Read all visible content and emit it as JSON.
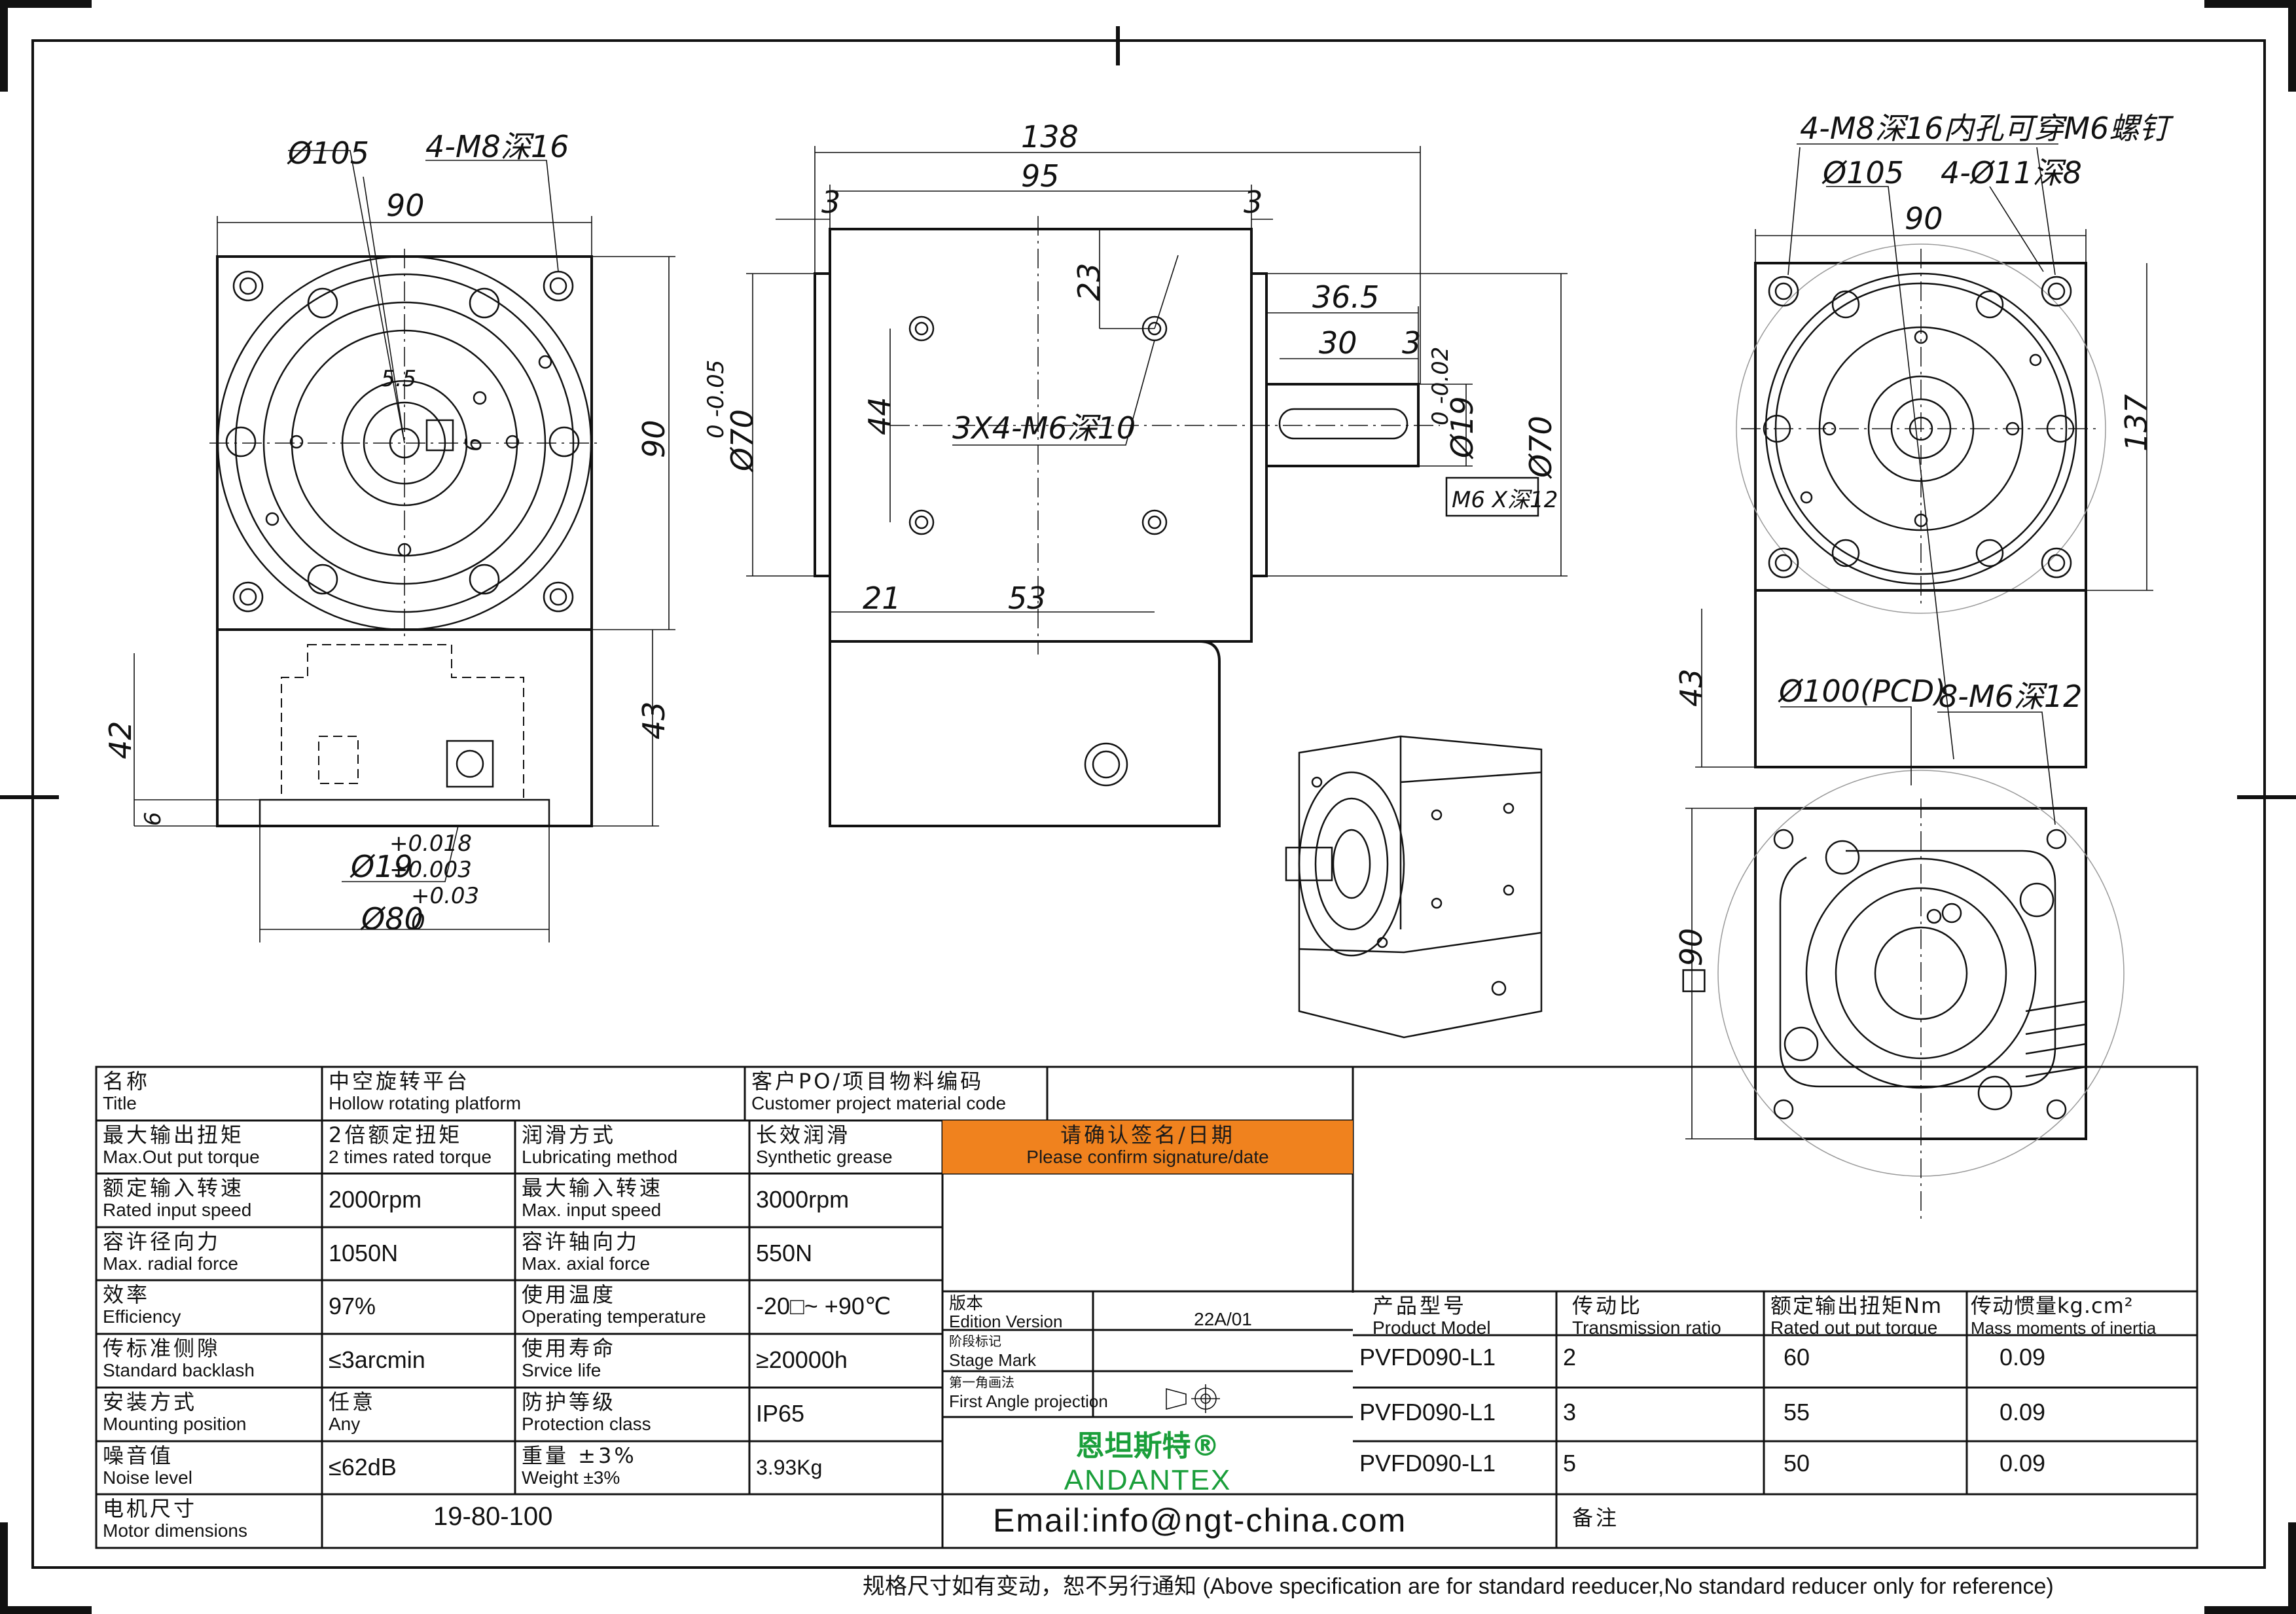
{
  "drawing": {
    "left_view": {
      "d105": "Ø105",
      "holes": "4-M8深16",
      "w90": "90",
      "h90": "90",
      "key55": "5.5",
      "key6": "6",
      "h42": "42",
      "h6": "6",
      "h43": "43",
      "d19": "Ø19",
      "d19_up": "+0.018",
      "d19_lo": "+0.003",
      "d80": "Ø80",
      "d80_up": "+0.03",
      "d80_lo": "0"
    },
    "center_view": {
      "w138": "138",
      "w95": "95",
      "w3a": "3",
      "w3b": "3",
      "d70": "Ø70",
      "d70_tol": "0\n-0.05",
      "h23": "23",
      "h44": "44",
      "holes": "3X4-M6深10",
      "w21": "21",
      "w53": "53",
      "w365": "36.5",
      "w30": "30",
      "w3c": "3",
      "shaft": "Ø19",
      "shaft_tol": "0 -0.02",
      "d70b": "Ø70",
      "thread": "M6  X深12"
    },
    "right_view": {
      "note": "4-M8深16内孔可穿M6螺钉",
      "d105": "Ø105",
      "holes11": "4-Ø11深8",
      "w90": "90",
      "h137": "137",
      "h43": "43",
      "pcd": "Ø100(PCD)",
      "m6": "8-M6深12",
      "sq90": "□90"
    }
  },
  "table": {
    "title_zh": "名称",
    "title_en": "Title",
    "title_val_zh": "中空旋转平台",
    "title_val_en": "Hollow rotating platform",
    "cust_zh": "客户PO/项目物料编码",
    "cust_en": "Customer project material code",
    "torque_zh": "最大输出扭矩",
    "torque_en": "Max.Out put torque",
    "torque_val_zh": "2倍额定扭矩",
    "torque_val_en": "2 times rated torque",
    "lub_zh": "润滑方式",
    "lub_en": "Lubricating method",
    "lub_val_zh": "长效润滑",
    "lub_val_en": "Synthetic grease",
    "confirm_zh": "请确认签名/日期",
    "confirm_en": "Please confirm signature/date",
    "speed_zh": "额定输入转速",
    "speed_en": "Rated input speed",
    "speed_val": "2000rpm",
    "maxspeed_zh": "最大输入转速",
    "maxspeed_en": "Max. input speed",
    "maxspeed_val": "3000rpm",
    "radial_zh": "容许径向力",
    "radial_en": "Max. radial force",
    "radial_val": "1050N",
    "axial_zh": "容许轴向力",
    "axial_en": "Max. axial force",
    "axial_val": "550N",
    "eff_zh": "效率",
    "eff_en": "Efficiency",
    "eff_val": "97%",
    "temp_zh": "使用温度",
    "temp_en": "Operating temperature",
    "temp_val": "-20□~ +90℃",
    "backlash_zh": "传标准侧隙",
    "backlash_en": "Standard backlash",
    "backlash_val": "≤3arcmin",
    "life_zh": "使用寿命",
    "life_en": "Srvice life",
    "life_val": "≥20000h",
    "mount_zh": "安装方式",
    "mount_en": "Mounting position",
    "mount_val_zh": "任意",
    "mount_val_en": "Any",
    "prot_zh": "防护等级",
    "prot_en": "Protection class",
    "prot_val": "IP65",
    "noise_zh": "噪音值",
    "noise_en": "Noise level",
    "noise_val": "≤62dB",
    "weight_zh": "重量 ±3%",
    "weight_en": "Weight ±3%",
    "weight_val": "3.93Kg",
    "motor_zh": "电机尺寸",
    "motor_en": "Motor dimensions",
    "motor_val": "19-80-100",
    "edition_zh": "版本",
    "edition_en": "Edition Version",
    "edition_val": "22A/01",
    "stage_zh": "阶段标记",
    "stage_en": "Stage Mark",
    "proj_zh": "第一角画法",
    "proj_en": "First Angle projection",
    "brand_zh": "恩坦斯特®",
    "brand_en": "ANDANTEX",
    "email": "Email:info@ngt-china.com",
    "remark": "备注",
    "model_h_zh": "产品型号",
    "model_h_en": "Product Model",
    "ratio_h_zh": "传动比",
    "ratio_h_en": "Transmission ratio",
    "rated_h_zh": "额定输出扭矩Nm",
    "rated_h_en": "Rated out put torque",
    "inertia_h_zh": "传动惯量kg.cm²",
    "inertia_h_en": "Mass moments of inertia",
    "rows": [
      {
        "model": "PVFD090-L1",
        "ratio": "2",
        "torque": "60",
        "inertia": "0.09"
      },
      {
        "model": "PVFD090-L1",
        "ratio": "3",
        "torque": "55",
        "inertia": "0.09"
      },
      {
        "model": "PVFD090-L1",
        "ratio": "5",
        "torque": "50",
        "inertia": "0.09"
      }
    ]
  },
  "footer": "规格尺寸如有变动，恕不另行通知   (Above specification are for standard reeducer,No standard reducer only for reference)"
}
